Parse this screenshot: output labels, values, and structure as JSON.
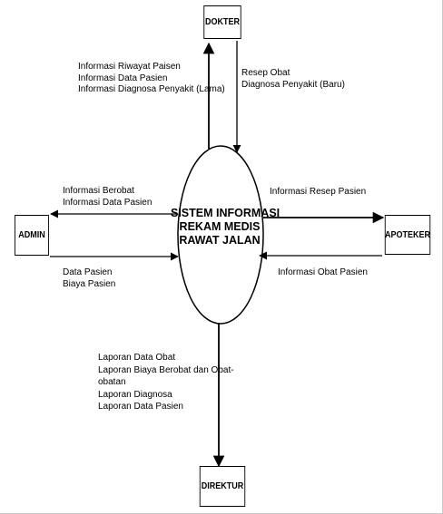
{
  "process": {
    "lines": [
      "SISTEM INFORMASI",
      "REKAM MEDIS",
      "RAWAT JALAN"
    ]
  },
  "entities": {
    "dokter": "DOKTER",
    "admin": "ADMIN",
    "apoteker": "APOTEKER",
    "direktur": "DIREKTUR"
  },
  "flows": {
    "to_dokter": [
      "Informasi Riwayat Paisen",
      "Informasi Data Pasien",
      "Informasi Diagnosa Penyakit (Lama)"
    ],
    "from_dokter": [
      "Resep Obat",
      "Diagnosa Penyakit (Baru)"
    ],
    "to_admin": [
      "Informasi Berobat",
      "Informasi Data Pasien"
    ],
    "from_admin": [
      "Data Pasien",
      "Biaya Pasien"
    ],
    "to_apoteker": [
      "Informasi Resep Pasien"
    ],
    "from_apoteker": [
      "Informasi Obat Pasien"
    ],
    "to_direktur": [
      "Laporan Data Obat",
      "Laporan Biaya Berobat dan Obat-",
      "obatan",
      "Laporan Diagnosa",
      "Laporan Data Pasien"
    ]
  }
}
